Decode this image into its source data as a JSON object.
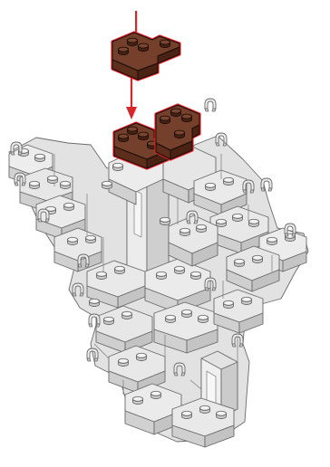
{
  "diagram": {
    "kind": "building-instruction-step",
    "palette": {
      "model_face": "#e2e2e2",
      "model_top": "#f1f1f1",
      "model_side": "#cdcdcd",
      "model_outline": "#6a6a6a",
      "new_brick_face": "#5e2e1c",
      "new_brick_top": "#74402b",
      "new_brick_side": "#4a2214",
      "new_brick_outline": "#1a0c06",
      "highlight_outline": "#e8232b",
      "arrow": "#d9252c"
    },
    "parts": [
      {
        "name": "falling-brick",
        "shape": "2x2 corner plate",
        "color": "reddish-brown"
      },
      {
        "name": "placed-brick-left",
        "shape": "2x2 corner plate",
        "color": "reddish-brown"
      },
      {
        "name": "placed-brick-right",
        "shape": "2x2 corner plate",
        "color": "reddish-brown"
      },
      {
        "name": "white-model",
        "shape": "assembled castle-like structure",
        "color": "white"
      }
    ]
  }
}
